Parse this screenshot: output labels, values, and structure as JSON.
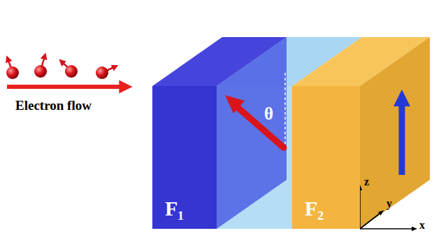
{
  "diagram": {
    "nodes": [
      {
        "text": [
          "F₁"
        ]
      },
      {
        "text": [
          "F₂"
        ]
      }
    ],
    "labels": [
      "Electron flow",
      "θ",
      "z",
      "y",
      "x"
    ]
  }
}
